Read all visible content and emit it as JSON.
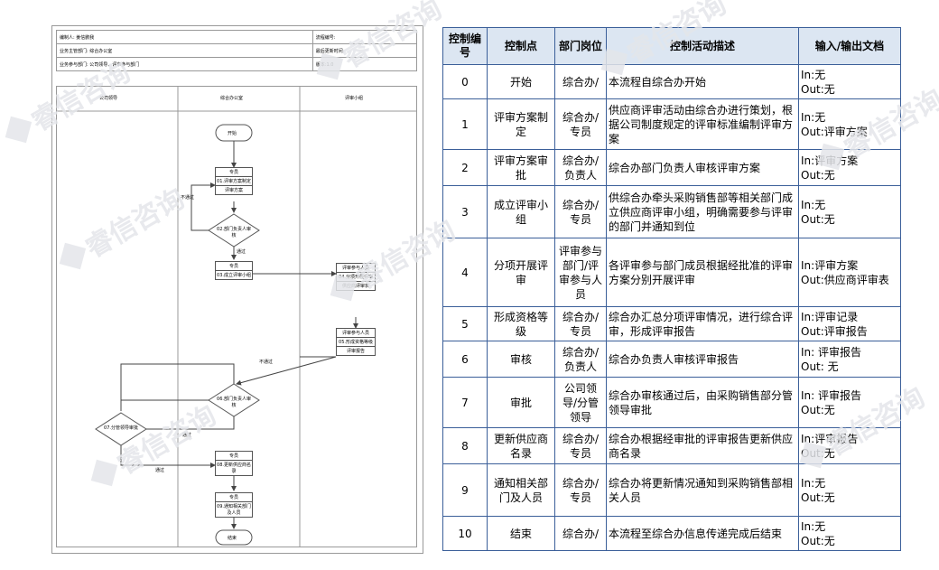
{
  "watermark": "睿信咨询",
  "colors": {
    "header_bg": "#dce6f2",
    "border": "#3b5f99",
    "watermark": "#e4e6ea"
  },
  "flowchart": {
    "header": {
      "r1c1": "编制人: 姜信鹏我",
      "r1c2": "流程编号:",
      "r2c1": "业务主管部门: 综合办公室",
      "r2c2": "最后更新时间:",
      "r3c1": "业务参与部门: 公司领导、评审参与部门",
      "r3c2": "版本:1.0"
    },
    "lanes": [
      "公司领导",
      "综合办公室",
      "评审小组"
    ],
    "start": "开始",
    "end": "结束",
    "box1": {
      "top": "专员",
      "mid": "01.评审方案制定",
      "bot": "评审方案"
    },
    "d2": "02.部门负责人审核",
    "box3": {
      "top": "专员",
      "mid": "03.成立评审小组"
    },
    "box4": {
      "top": "评审参与人员",
      "mid": "04.分项开展评审",
      "bot": "供应商评审表"
    },
    "box5": {
      "top": "评审参与人员",
      "mid": "05.形成资格等级",
      "bot": "评审报告"
    },
    "d6": "06.部门负责人审核",
    "d7": "07.分管领导审批",
    "box8": {
      "top": "专员",
      "mid": "08.更新供应商名录"
    },
    "box9": {
      "top": "专员",
      "mid": "09.通知相关部门及人员"
    },
    "lbl_reject1": "不通过",
    "lbl_pass1": "通过",
    "lbl_reject2": "不通过",
    "lbl_reject3": "通过",
    "lbl_pass2": "通过"
  },
  "table": {
    "headers": [
      "控制编号",
      "控制点",
      "部门岗位",
      "控制活动描述",
      "输入/输出文档"
    ],
    "rows": [
      {
        "no": "0",
        "point": "开始",
        "dept": "综合办/",
        "desc": "本流程自综合办开始",
        "io": "In:无\nOut:无"
      },
      {
        "no": "1",
        "point": "评审方案制定",
        "dept": "综合办/专员",
        "desc": "供应商评审活动由综合办进行策划，根据公司制度规定的评审标准编制评审方案",
        "io": "In:无\nOut:评审方案"
      },
      {
        "no": "2",
        "point": "评审方案审批",
        "dept": "综合办/负责人",
        "desc": "综合办部门负责人审核评审方案",
        "io": "In:评审方案\nOut:无"
      },
      {
        "no": "3",
        "point": "成立评审小组",
        "dept": "综合办/专员",
        "desc": "供综合办牵头采购销售部等相关部门成立供应商评审小组，明确需要参与评审的部门并通知到位",
        "io": "In:无\nOut:无"
      },
      {
        "no": "4",
        "point": "分项开展评审",
        "dept": "评审参与部门/评审参与人员",
        "desc": "各评审参与部门成员根据经批准的评审方案分别开展评审",
        "io": "In:评审方案\nOut:供应商评审表"
      },
      {
        "no": "5",
        "point": "形成资格等级",
        "dept": "综合办/专员",
        "desc": "综合办汇总分项评审情况，进行综合评审，形成评审报告",
        "io": "In:评审记录\nOut:评审报告"
      },
      {
        "no": "6",
        "point": "审核",
        "dept": "综合办/负责人",
        "desc": "综合办负责人审核评审报告",
        "io": "In: 评审报告\nOut: 无"
      },
      {
        "no": "7",
        "point": "审批",
        "dept": "公司领导/分管领导",
        "desc": "综合办审核通过后，由采购销售部分管领导审批",
        "io": "In: 评审报告\nOut:无"
      },
      {
        "no": "8",
        "point": "更新供应商名录",
        "dept": "综合办/专员",
        "desc": "综合办根据经审批的评审报告更新供应商名录",
        "io": "In:评审报告\nOut:无"
      },
      {
        "no": "9",
        "point": "通知相关部门及人员",
        "dept": "综合办/专员",
        "desc": "综合办将更新情况通知到采购销售部相关人员",
        "io": "In:无\nOut:无"
      },
      {
        "no": "10",
        "point": "结束",
        "dept": "综合办/",
        "desc": "本流程至综合办信息传递完成后结束",
        "io": "In:无\nOut:无"
      }
    ]
  }
}
